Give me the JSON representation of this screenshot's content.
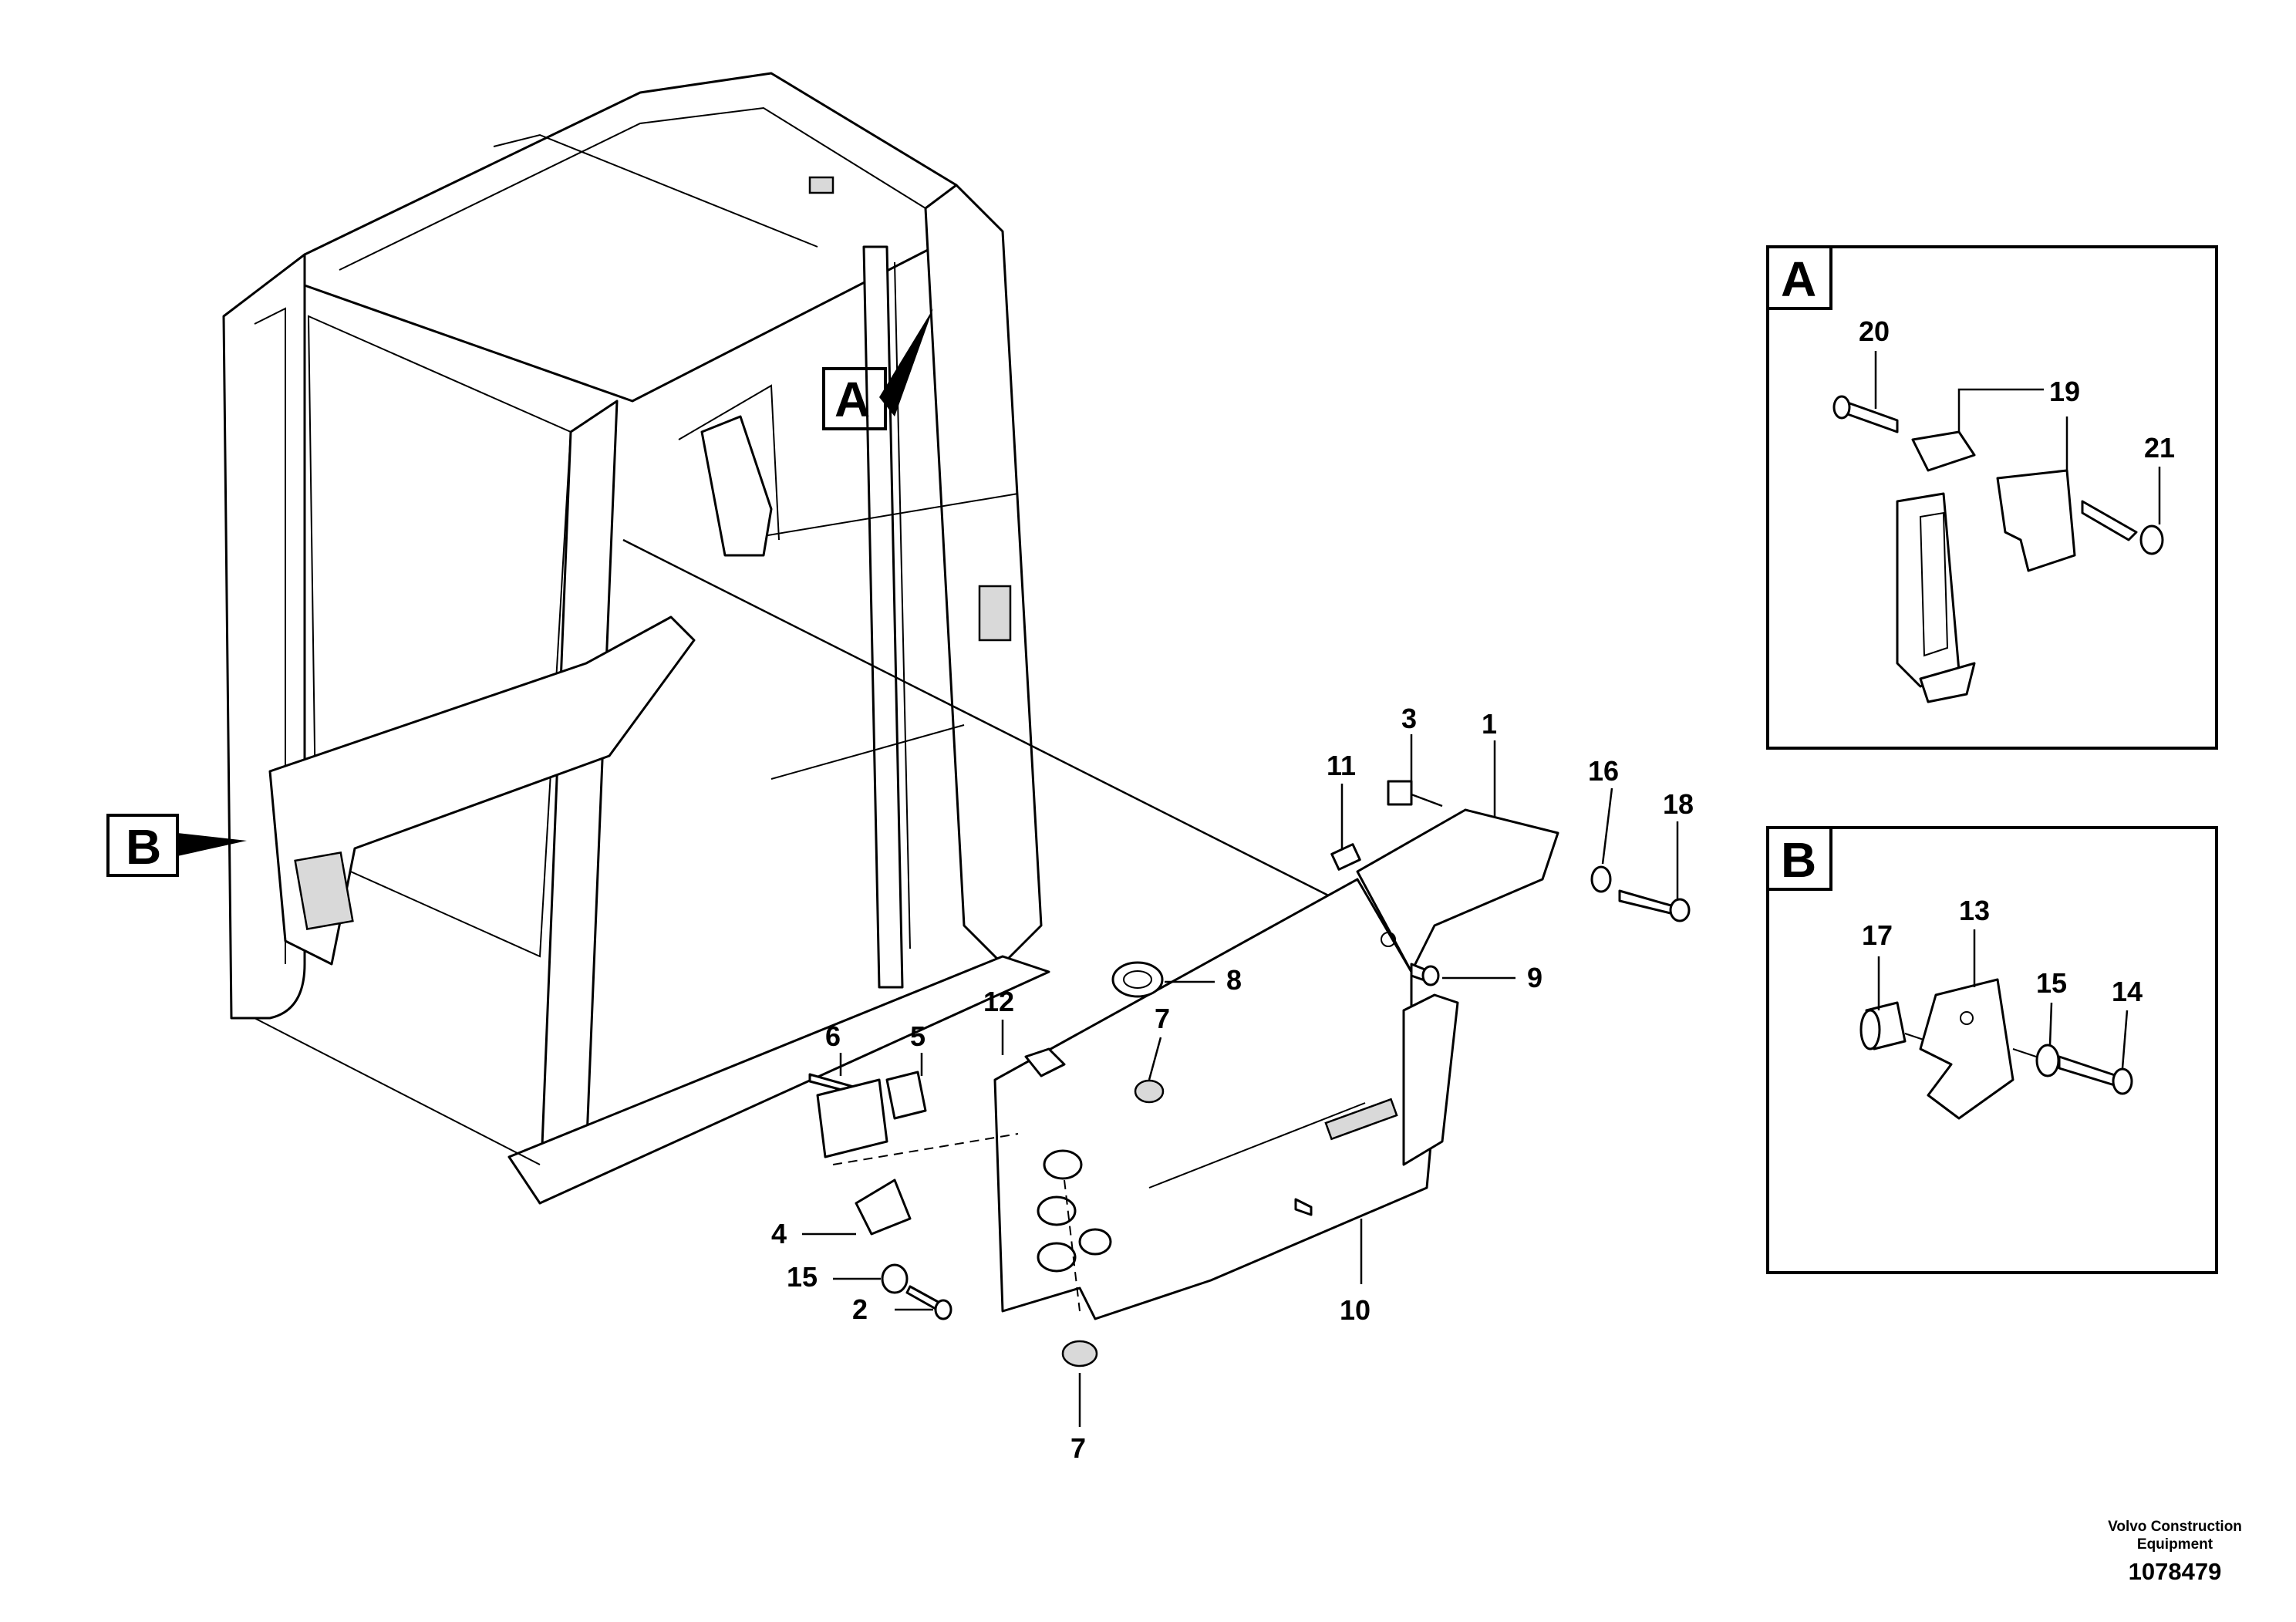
{
  "callouts": {
    "n1": "1",
    "n2": "2",
    "n3": "3",
    "n4": "4",
    "n5": "5",
    "n6": "6",
    "n7a": "7",
    "n7b": "7",
    "n8": "8",
    "n9": "9",
    "n10": "10",
    "n11": "11",
    "n12": "12",
    "n13": "13",
    "n14": "14",
    "n15a": "15",
    "n15b": "15",
    "n16": "16",
    "n17": "17",
    "n18": "18",
    "n19": "19",
    "n20": "20",
    "n21": "21"
  },
  "detail_labels": {
    "a": "A",
    "b": "B"
  },
  "footer": {
    "company_line1": "Volvo Construction",
    "company_line2": "Equipment",
    "drawing_number": "1078479"
  }
}
